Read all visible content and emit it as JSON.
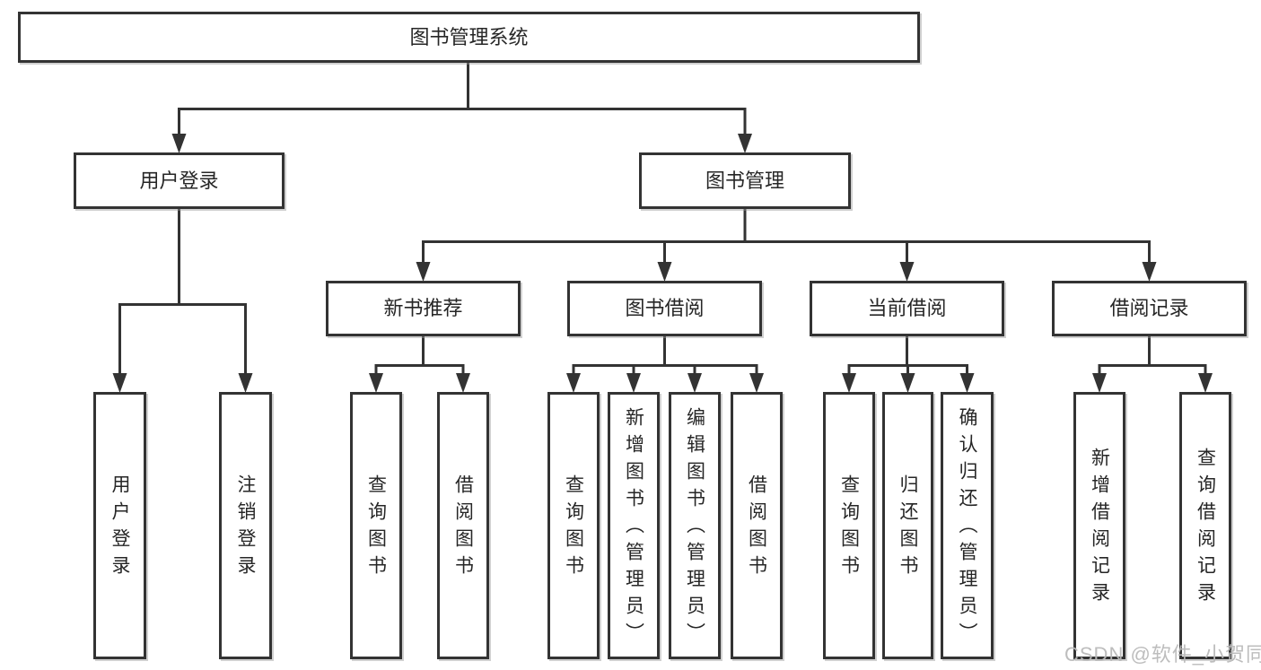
{
  "tree": {
    "label": "图书管理系统",
    "children": [
      {
        "label": "用户登录",
        "children": [
          {
            "label": "用户登录"
          },
          {
            "label": "注销登录"
          }
        ]
      },
      {
        "label": "图书管理",
        "children": [
          {
            "label": "新书推荐",
            "children": [
              {
                "label": "查询图书"
              },
              {
                "label": "借阅图书"
              }
            ]
          },
          {
            "label": "图书借阅",
            "children": [
              {
                "label": "查询图书"
              },
              {
                "label": "新增图书（管理员）"
              },
              {
                "label": "编辑图书（管理员）"
              },
              {
                "label": "借阅图书"
              }
            ]
          },
          {
            "label": "当前借阅",
            "children": [
              {
                "label": "查询图书"
              },
              {
                "label": "归还图书"
              },
              {
                "label": "确认归还（管理员）"
              }
            ]
          },
          {
            "label": "借阅记录",
            "children": [
              {
                "label": "新增借阅记录"
              },
              {
                "label": "查询借阅记录"
              }
            ]
          }
        ]
      }
    ]
  },
  "watermark": {
    "text": "CSDN @软件_小贺同学"
  },
  "colors": {
    "line": "#333333",
    "box_border": "#333333",
    "box_fill": "#ffffff",
    "text": "#262626",
    "watermark": "#b9b9b9"
  }
}
